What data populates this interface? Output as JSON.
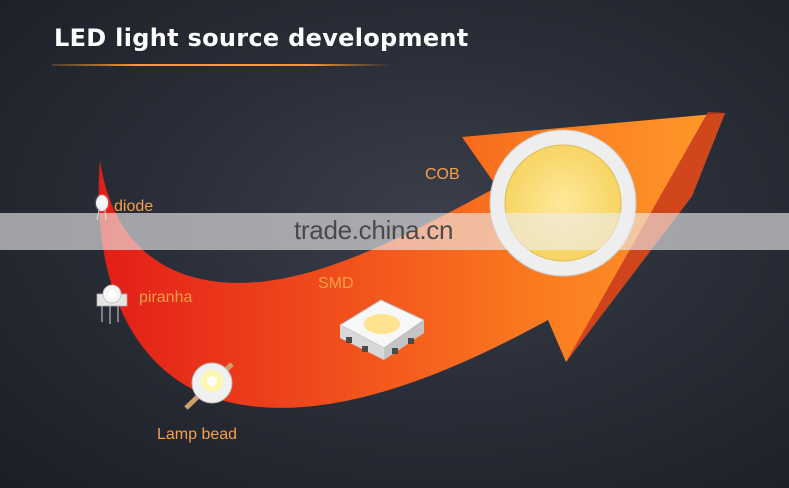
{
  "title": "LED light source development",
  "stages": {
    "diode": "diode",
    "piranha": "piranha",
    "lamp_bead": "Lamp bead",
    "smd": "SMD",
    "cob": "COB"
  },
  "watermark": "trade.china.cn",
  "colors": {
    "accent": "#f59a35",
    "arrow_start": "#e8261c",
    "arrow_end": "#ff8a1e",
    "background": "#2a2e38"
  }
}
